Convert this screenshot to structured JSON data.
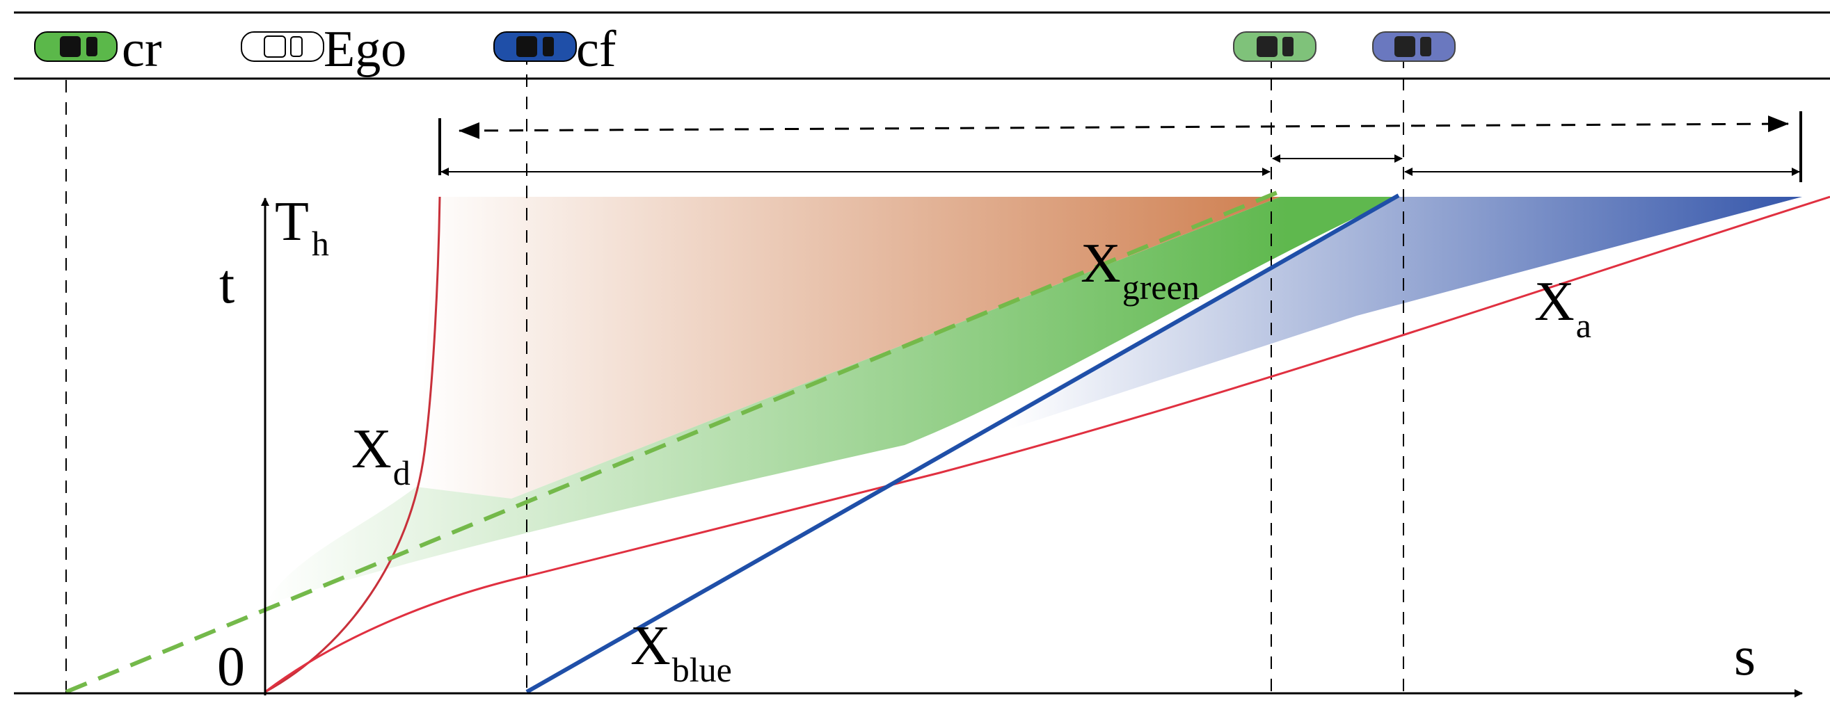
{
  "vehicles": {
    "cr": {
      "label": "cr",
      "color": "#5bb84a"
    },
    "ego": {
      "label": "Ego",
      "color": "#ffffff"
    },
    "cf": {
      "label": "cf",
      "color": "#1f4fa8"
    },
    "target_green": {
      "color": "#7fc27a"
    },
    "target_blue": {
      "color": "#6a78bf"
    }
  },
  "axes": {
    "t_label": "t",
    "s_label": "s",
    "origin": "0",
    "th_main": "T",
    "th_sub": "h"
  },
  "curves": {
    "xd": {
      "main": "X",
      "sub": "d",
      "color": "#c8303a"
    },
    "xa": {
      "main": "X",
      "sub": "a",
      "color": "#e03040"
    },
    "xgreen": {
      "main": "X",
      "sub": "green",
      "color": "#74b94a"
    },
    "xblue": {
      "main": "X",
      "sub": "blue",
      "color": "#1f4fa8"
    }
  },
  "regions": {
    "orange": "#cf7f50",
    "green": "#5fb84e",
    "blue": "#3556aa"
  }
}
